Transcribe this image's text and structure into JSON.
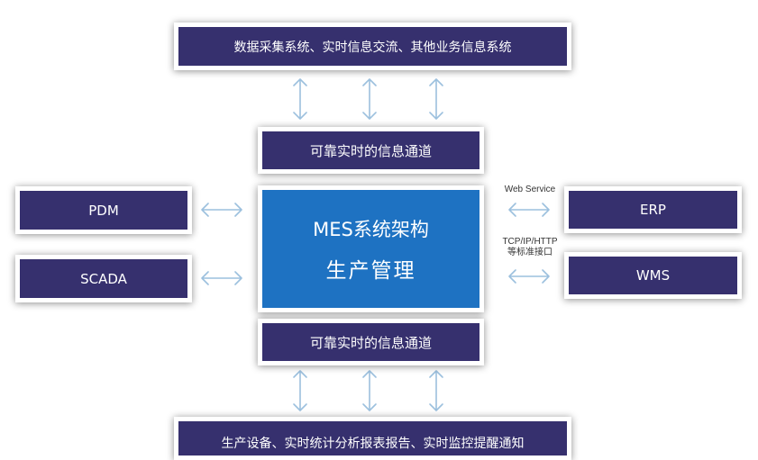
{
  "top_box": "数据采集系统、实时信息交流、其他业务信息系统",
  "channel_top": "可靠实时的信息通道",
  "channel_bottom": "可靠实时的信息通道",
  "core": {
    "line1": "MES系统架构",
    "line2": "生产管理"
  },
  "left_boxes": [
    "PDM",
    "SCADA"
  ],
  "right_boxes": [
    "ERP",
    "WMS"
  ],
  "interface_labels": {
    "web_service": "Web Service",
    "tcp": "TCP/IP/HTTP",
    "standard": "等标准接口"
  },
  "bottom_box": "生产设备、实时统计分析报表报告、实时监控提醒通知",
  "colors": {
    "box": "#36306e",
    "core": "#1e72c2",
    "arrow": "#9cc0de"
  }
}
